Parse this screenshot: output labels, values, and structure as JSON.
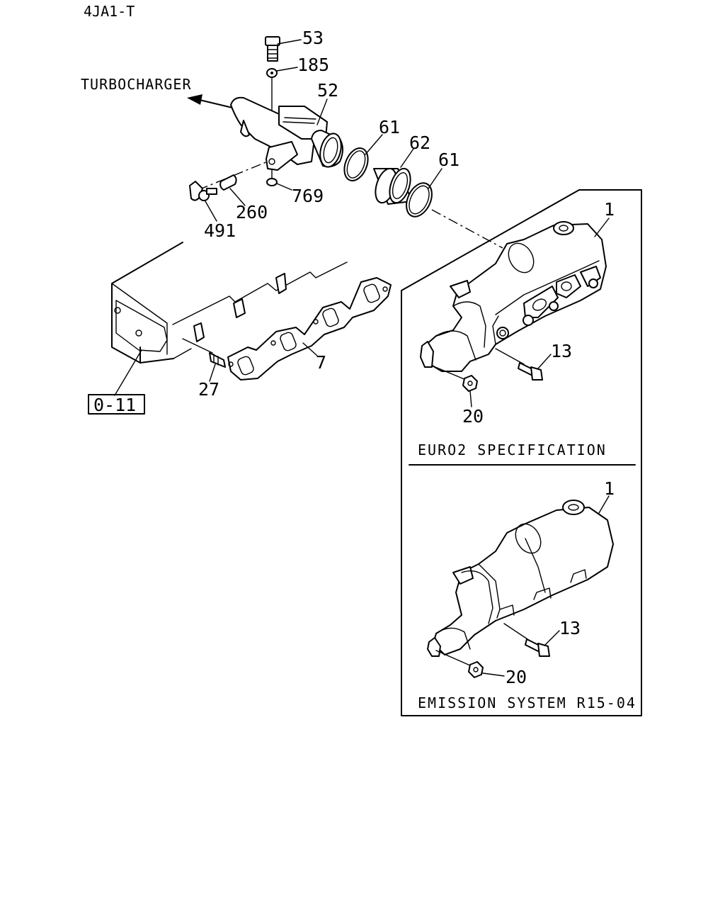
{
  "model": "4JA1-T",
  "direction_label": "TURBOCHARGER",
  "reference_box": "0-11",
  "callouts": {
    "p53": "53",
    "p185": "185",
    "p52": "52",
    "p61a": "61",
    "p62": "62",
    "p61b": "61",
    "p769": "769",
    "p260": "260",
    "p491": "491",
    "p1a": "1",
    "p13a": "13",
    "p20a": "20",
    "p7": "7",
    "p27": "27",
    "p1b": "1",
    "p13b": "13",
    "p20b": "20"
  },
  "panels": {
    "top_caption": "EURO2 SPECIFICATION",
    "bottom_caption": "EMISSION SYSTEM R15-04"
  }
}
